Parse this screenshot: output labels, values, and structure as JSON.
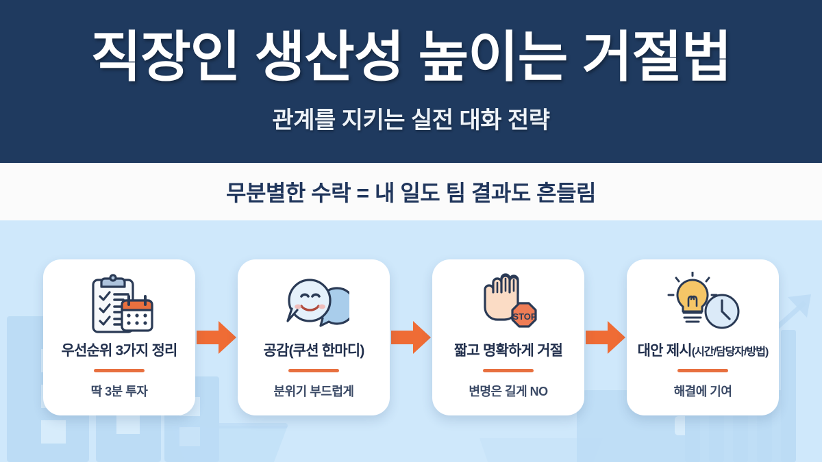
{
  "header": {
    "title": "직장인 생산성 높이는 거절법",
    "subtitle": "관계를 지키는 실전 대화 전략",
    "bg_color": "#1f3a5f"
  },
  "band": {
    "text": "무분별한 수락 = 내 일도 팀 결과도 흔들림",
    "bg_color": "#fbfbfb",
    "text_color": "#20365c"
  },
  "theme": {
    "body_bg": "#cfe8fb",
    "accent_orange": "#ef6c35",
    "divider_orange": "#e8703f",
    "card_bg": "#ffffff",
    "title_color": "#22304d"
  },
  "steps": [
    {
      "icon": "clipboard-calendar-icon",
      "title": "우선순위 3가지 정리",
      "title_small": "",
      "subtitle": "딱 3분 투자"
    },
    {
      "icon": "smiling-speech-bubble-icon",
      "title": "공감(쿠션 한마디)",
      "title_small": "",
      "subtitle": "분위기 부드럽게"
    },
    {
      "icon": "stop-hand-icon",
      "title": "짧고 명확하게 거절",
      "title_small": "",
      "subtitle": "변명은 길게 NO"
    },
    {
      "icon": "lightbulb-clock-icon",
      "title": "대안 제시",
      "title_small": "(시간/담당자/방법)",
      "subtitle": "해결에 기여"
    }
  ],
  "arrows": [
    {
      "name": "arrow-step-1-to-2"
    },
    {
      "name": "arrow-step-2-to-3"
    },
    {
      "name": "arrow-step-3-to-4"
    }
  ],
  "background_art": {
    "elements": [
      "city-buildings-silhouette",
      "briefcase-silhouette",
      "bar-chart-silhouette",
      "growth-arrow-silhouette"
    ],
    "color": "#bcdcf5"
  }
}
